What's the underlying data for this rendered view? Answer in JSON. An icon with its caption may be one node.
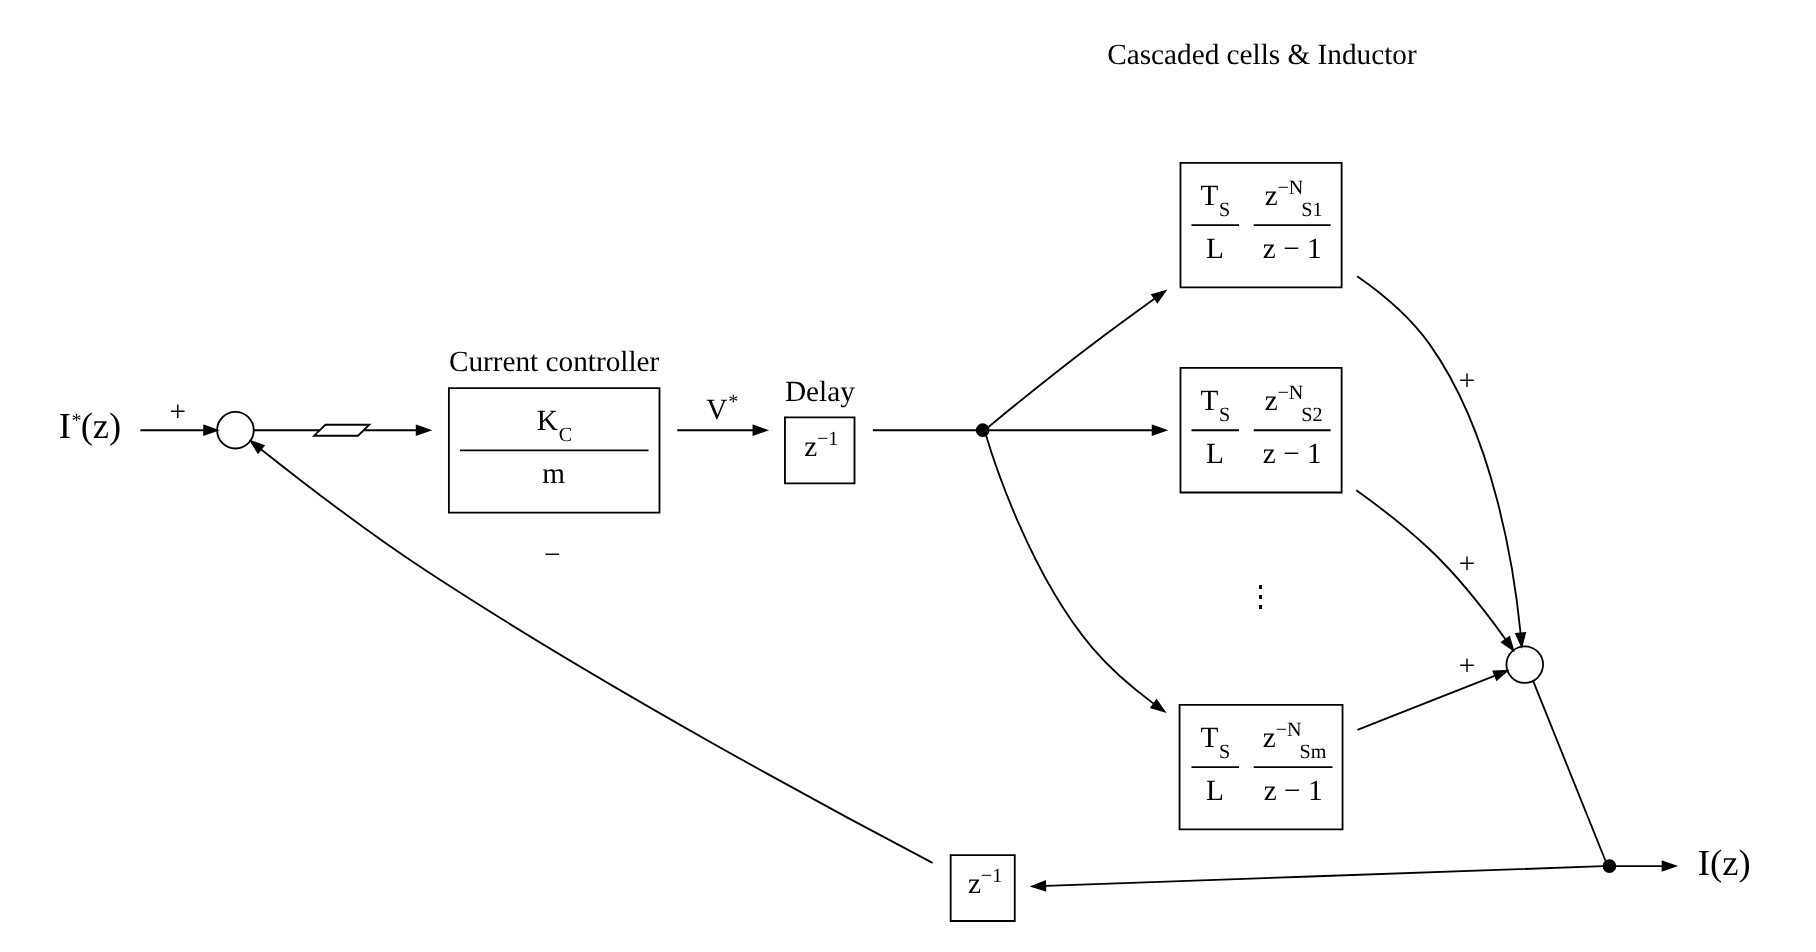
{
  "diagram": {
    "nodes": [
      {
        "text": [
          "I$^{*}$(z)"
        ]
      },
      {
        "text": [],
        "shape": "circle"
      },
      {
        "text": [],
        "shape": "switch"
      },
      {
        "text": [
          "K$_{C}$",
          "m"
        ],
        "beside": [
          "Current controller"
        ]
      },
      {
        "text": [
          "z$^{−1}$"
        ],
        "beside": [
          "Delay"
        ]
      },
      {
        "text": [],
        "shape": "dot"
      },
      {
        "text": [
          "T$_{S}$",
          "L",
          "z$^{−N}$$_{S1}$",
          "z − 1"
        ]
      },
      {
        "text": [
          "T$_{S}$",
          "L",
          "z$^{−N}$$_{S2}$",
          "z − 1"
        ]
      },
      {
        "text": [
          "T$_{S}$",
          "L",
          "z$^{−N}$$_{Sm}$",
          "z − 1"
        ]
      },
      {
        "text": [],
        "shape": "circle"
      },
      {
        "text": [],
        "shape": "dot"
      },
      {
        "text": [
          "I(z)"
        ]
      },
      {
        "text": [
          "z$^{−1}$"
        ]
      }
    ],
    "edges": [
      {
        "from": 0,
        "to": 1,
        "arrow": "to",
        "label": "+"
      },
      {
        "from": 1,
        "to": 2,
        "arrow": "none"
      },
      {
        "from": 2,
        "to": 3,
        "arrow": "to"
      },
      {
        "from": 3,
        "to": 4,
        "arrow": "to",
        "label": "V$^{*}$"
      },
      {
        "from": 4,
        "to": 5,
        "arrow": "none"
      },
      {
        "from": 5,
        "to": 6,
        "arrow": "to"
      },
      {
        "from": 5,
        "to": 7,
        "arrow": "to"
      },
      {
        "from": 5,
        "to": 8,
        "arrow": "to"
      },
      {
        "from": 6,
        "to": 9,
        "arrow": "to",
        "label": "+"
      },
      {
        "from": 7,
        "to": 9,
        "arrow": "to",
        "label": "+"
      },
      {
        "from": 8,
        "to": 9,
        "arrow": "to",
        "label": "+"
      },
      {
        "from": 9,
        "to": 10,
        "arrow": "none"
      },
      {
        "from": 10,
        "to": 11,
        "arrow": "to"
      },
      {
        "from": 10,
        "to": 12,
        "arrow": "to"
      },
      {
        "from": 12,
        "to": 1,
        "arrow": "to",
        "label": "−"
      }
    ],
    "labels": [
      "Cascaded cells & Inductor",
      "⋮"
    ]
  }
}
